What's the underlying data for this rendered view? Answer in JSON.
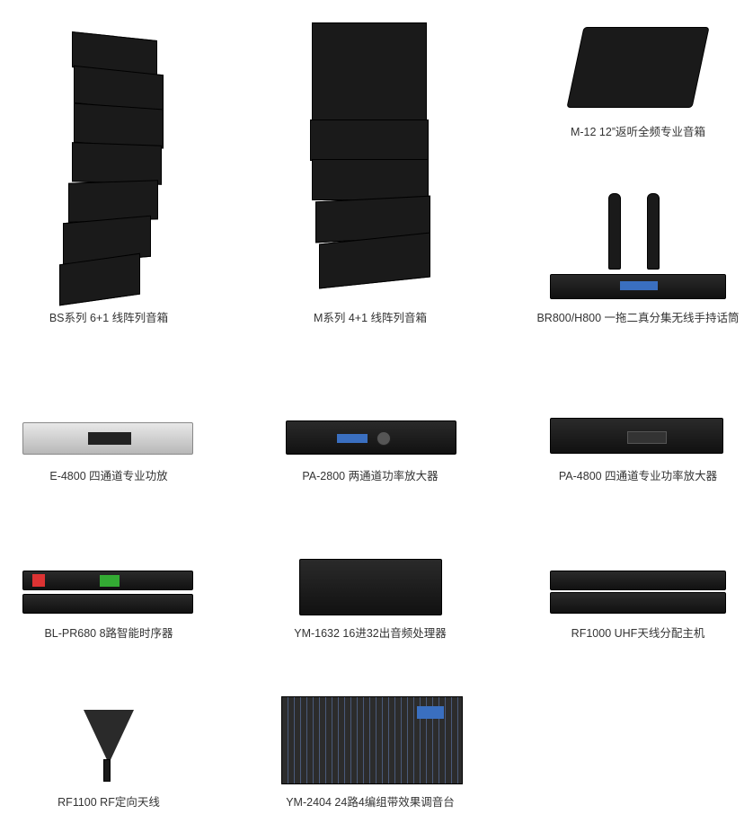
{
  "products": [
    {
      "caption": "BS系列 6+1 线阵列音箱",
      "icon": "line-array-speaker"
    },
    {
      "caption": "M系列 4+1 线阵列音箱",
      "icon": "line-array-speaker"
    },
    {
      "caption": "M-12 12”返听全频专业音箱",
      "icon": "monitor-speaker"
    },
    {
      "caption": "BR800/H800 一拖二真分集无线手持话筒",
      "icon": "wireless-microphone"
    },
    {
      "caption": "E-4800 四通道专业功放",
      "icon": "amplifier"
    },
    {
      "caption": "PA-2800 两通道功率放大器",
      "icon": "amplifier"
    },
    {
      "caption": "PA-4800 四通道专业功率放大器",
      "icon": "amplifier"
    },
    {
      "caption": "BL-PR680 8路智能时序器",
      "icon": "power-sequencer"
    },
    {
      "caption": "YM-1632 16进32出音频处理器",
      "icon": "audio-processor"
    },
    {
      "caption": "RF1000 UHF天线分配主机",
      "icon": "antenna-distributor"
    },
    {
      "caption": "RF1100 RF定向天线",
      "icon": "directional-antenna"
    },
    {
      "caption": "YM-2404 24路4编组带效果调音台",
      "icon": "mixer"
    }
  ]
}
